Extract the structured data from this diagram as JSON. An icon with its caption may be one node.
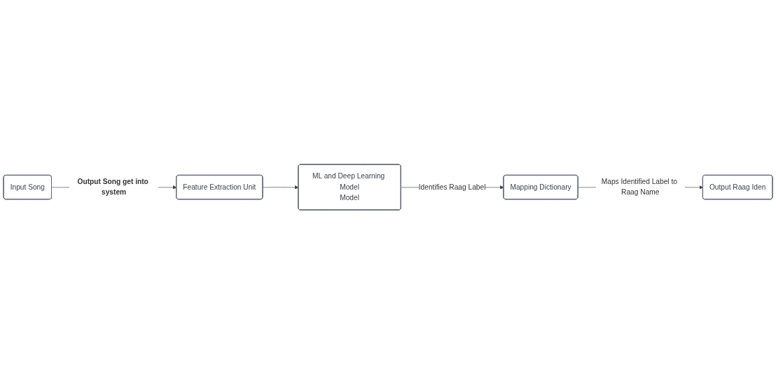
{
  "diagram": {
    "nodes": [
      {
        "text": [
          "Input Song"
        ]
      },
      {
        "text": [
          "Feature Extraction Unit"
        ]
      },
      {
        "text": [
          "ML and Deep Learning Model",
          "Model"
        ]
      },
      {
        "text": [
          "Mapping Dictionary"
        ]
      },
      {
        "text": [
          "Output Raag Iden"
        ]
      }
    ],
    "edges": [
      {
        "from": 0,
        "to": 1,
        "arrow": "to",
        "label": "Output Song get into system"
      },
      {
        "from": 1,
        "to": 2,
        "arrow": "to"
      },
      {
        "from": 2,
        "to": 3,
        "arrow": "to",
        "label": "Identifies Raag Label"
      },
      {
        "from": 3,
        "to": 4,
        "arrow": "to",
        "label": "Maps Identified Label to Raag Name"
      }
    ]
  }
}
